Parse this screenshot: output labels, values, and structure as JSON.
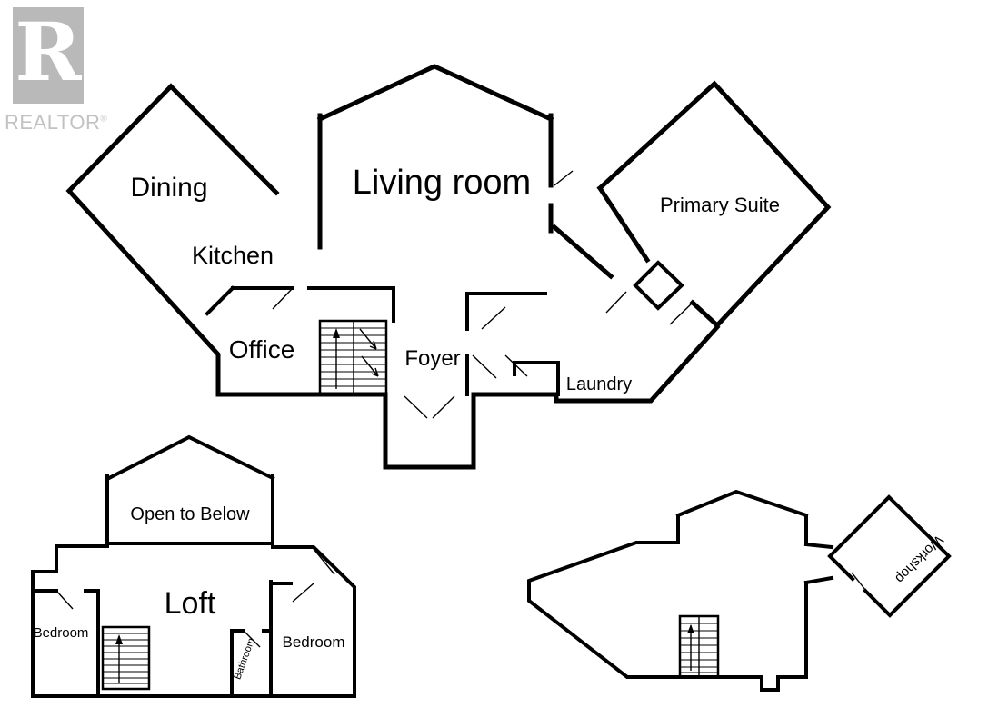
{
  "logo": {
    "letter": "R",
    "brand": "REALTOR",
    "reg": "®"
  },
  "floors": {
    "main": {
      "labels": {
        "dining": "Dining",
        "living_room": "Living room",
        "kitchen": "Kitchen",
        "primary_suite": "Primary Suite",
        "office": "Office",
        "foyer": "Foyer",
        "laundry": "Laundry"
      }
    },
    "upper": {
      "labels": {
        "open_to_below": "Open to Below",
        "loft": "Loft",
        "bedroom_left": "Bedroom",
        "bedroom_right": "Bedroom",
        "bathroom": "Bathroom"
      }
    },
    "lower": {
      "labels": {
        "workshop": "Workshop"
      }
    }
  },
  "colors": {
    "wall": "#000000",
    "label_text": "#000000",
    "logo_block": "#b9b9b9",
    "logo_text": "#c2c2c2",
    "background": "#ffffff"
  }
}
